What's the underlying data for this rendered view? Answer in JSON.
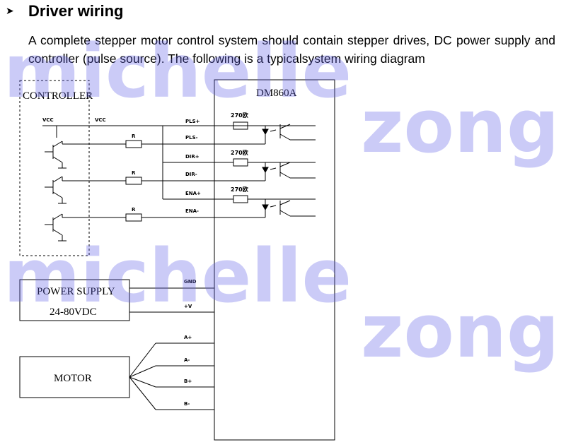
{
  "header": {
    "bullet": "➤",
    "title": "Driver wiring",
    "intro": "A complete stepper motor control system should contain stepper drives, DC power supply and controller (pulse source). The following is a typicalsystem wiring diagram"
  },
  "diagram": {
    "controller_label": "CONTROLLER",
    "vcc_left": "VCC",
    "vcc_right": "VCC",
    "resistor_label": "R",
    "resistor_270": "270欧",
    "driver_label": "DM860A",
    "signals": [
      "PLS+",
      "PLS-",
      "DIR+",
      "DIR-",
      "ENA+",
      "ENA-"
    ],
    "power_supply_label": "POWER SUPPLY",
    "power_supply_voltage": "24-80VDC",
    "gnd_label": "GND",
    "vplus_label": "+V",
    "motor_label": "MOTOR",
    "motor_terminals": [
      "A+",
      "A-",
      "B+",
      "B-"
    ]
  },
  "watermark": {
    "line1": "michelle",
    "line2": "zong",
    "color": "#6060e8"
  }
}
